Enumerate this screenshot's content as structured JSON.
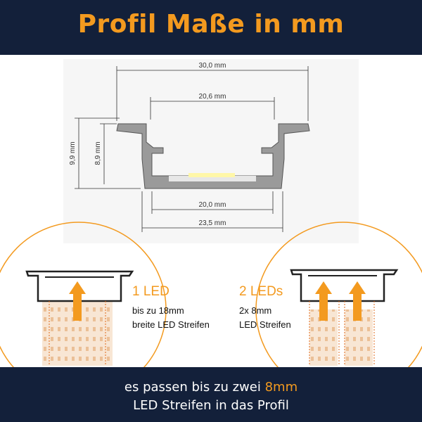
{
  "header": {
    "title": "Profil Maße in mm"
  },
  "dimensions": {
    "top_width": "30,0 mm",
    "inner_top": "20,6 mm",
    "inner_bottom": "20,0 mm",
    "outer_bottom": "23,5 mm",
    "height_outer": "9,9 mm",
    "height_inner": "8,9 mm"
  },
  "variant_one": {
    "title": "1 LED",
    "line1": "bis zu 18mm",
    "line2": "breite LED Streifen"
  },
  "variant_two": {
    "title": "2 LEDs",
    "line1": "2x 8mm",
    "line2": "LED Streifen"
  },
  "footer": {
    "line1_prefix": "es passen bis zu zwei",
    "line1_highlight": "8mm",
    "line2": "LED Streifen in das Profil"
  },
  "colors": {
    "accent": "#f39a1f",
    "band": "#13203a",
    "profile": "#9a9a9a"
  }
}
